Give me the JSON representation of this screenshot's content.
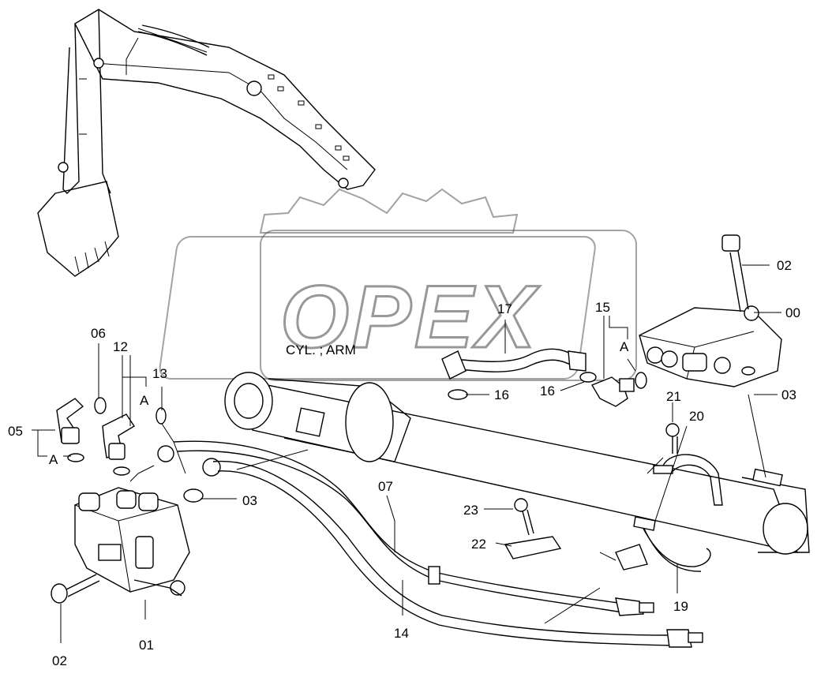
{
  "figure": {
    "caption_text": "CYL. ; ARM",
    "watermark_text": "OPEX"
  },
  "callouts": [
    {
      "id": "c-00",
      "number": "00"
    },
    {
      "id": "c-01",
      "number": "01"
    },
    {
      "id": "c-02a",
      "number": "02"
    },
    {
      "id": "c-02b",
      "number": "02"
    },
    {
      "id": "c-03a",
      "number": "03"
    },
    {
      "id": "c-03b",
      "number": "03"
    },
    {
      "id": "c-05",
      "number": "05"
    },
    {
      "id": "c-06",
      "number": "06"
    },
    {
      "id": "c-07",
      "number": "07"
    },
    {
      "id": "c-12",
      "number": "12"
    },
    {
      "id": "c-13",
      "number": "13"
    },
    {
      "id": "c-14",
      "number": "14"
    },
    {
      "id": "c-15",
      "number": "15"
    },
    {
      "id": "c-16a",
      "number": "16"
    },
    {
      "id": "c-16b",
      "number": "16"
    },
    {
      "id": "c-17",
      "number": "17"
    },
    {
      "id": "c-19",
      "number": "19"
    },
    {
      "id": "c-20",
      "number": "20"
    },
    {
      "id": "c-21",
      "number": "21"
    },
    {
      "id": "c-22",
      "number": "22"
    },
    {
      "id": "c-23",
      "number": "23"
    }
  ],
  "detail_markers": [
    {
      "id": "a-left",
      "letter": "A"
    },
    {
      "id": "a-mid",
      "letter": "A"
    },
    {
      "id": "a-right",
      "letter": "A"
    }
  ]
}
